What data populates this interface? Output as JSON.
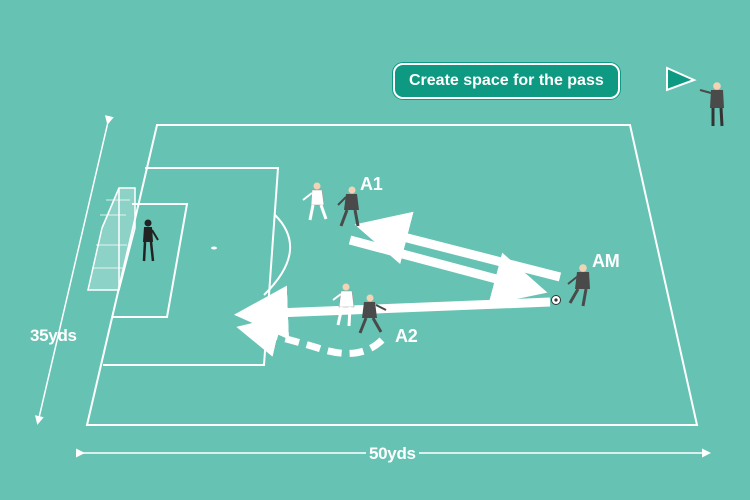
{
  "callout": {
    "text": "Create space for the pass"
  },
  "labels": {
    "a1": "A1",
    "a2": "A2",
    "am": "AM",
    "width": "35yds",
    "length": "50yds"
  },
  "colors": {
    "pitch": "#66c3b4",
    "lines": "#ffffff",
    "attacker_kit": "#4a4a4a",
    "defender_kit": "#ffffff",
    "callout_bg": "#0e9a82"
  }
}
